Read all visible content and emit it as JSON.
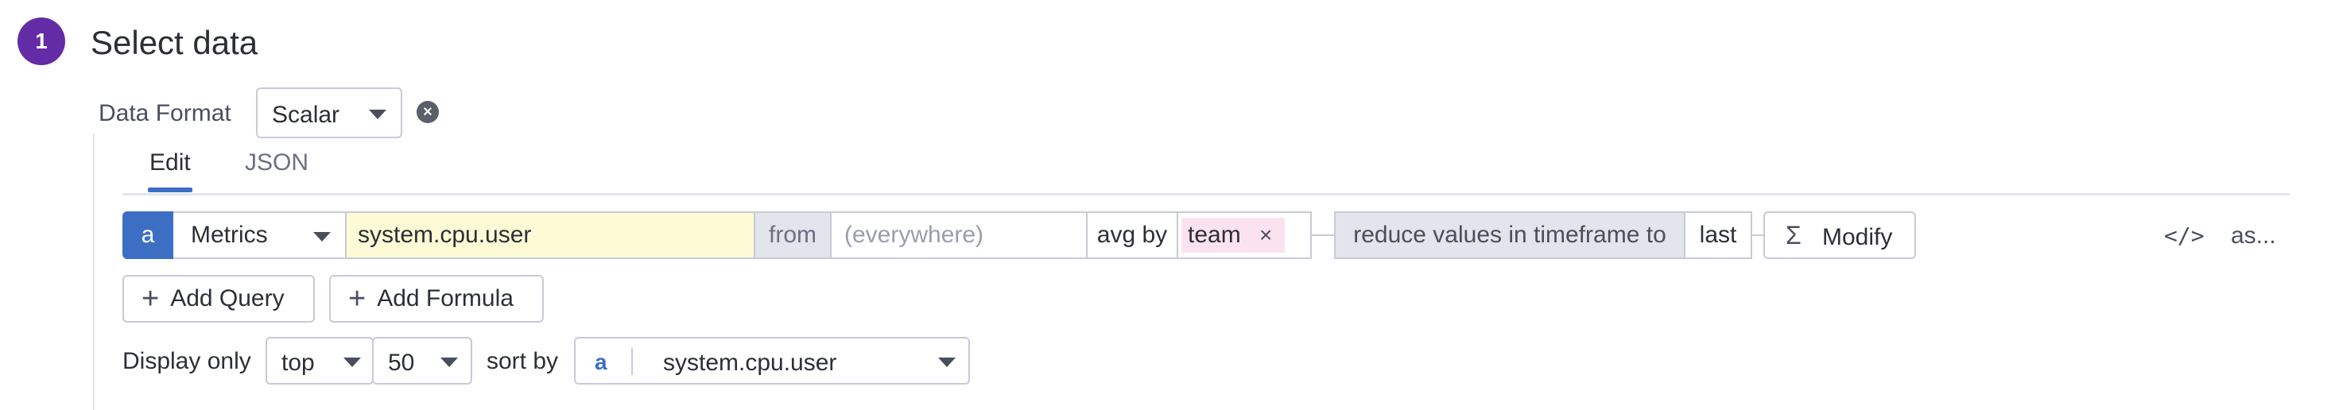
{
  "step": {
    "number": "1",
    "title": "Select data"
  },
  "data_format": {
    "label": "Data Format",
    "value": "Scalar"
  },
  "tabs": [
    {
      "label": "Edit",
      "active": true
    },
    {
      "label": "JSON",
      "active": false
    }
  ],
  "query": {
    "letter": "a",
    "source": "Metrics",
    "metric": "system.cpu.user",
    "from_label": "from",
    "scope_placeholder": "(everywhere)",
    "aggregation_label": "avg by",
    "group_by_tags": [
      "team"
    ],
    "reduce_label": "reduce values in timeframe to",
    "reduce_value": "last",
    "modify_label": "Modify",
    "alias_text": "as..."
  },
  "actions": {
    "add_query": "Add Query",
    "add_formula": "Add Formula"
  },
  "display": {
    "label": "Display only",
    "order": "top",
    "limit": "50",
    "sort_label": "sort by",
    "sort_query_letter": "a",
    "sort_metric": "system.cpu.user"
  },
  "colors": {
    "step_badge": "#632ca6",
    "query_letter_bg": "#3c6fc4",
    "metric_bg": "#fcfbd5",
    "tag_bg": "#fbe2ef",
    "keyword_bg": "#e3e4ec"
  },
  "icons": {
    "clear": "close-circle-icon",
    "tag_remove": "x-icon",
    "modify": "sigma-icon",
    "code": "code-icon",
    "add": "plus-icon",
    "dropdown": "chevron-down-icon"
  }
}
